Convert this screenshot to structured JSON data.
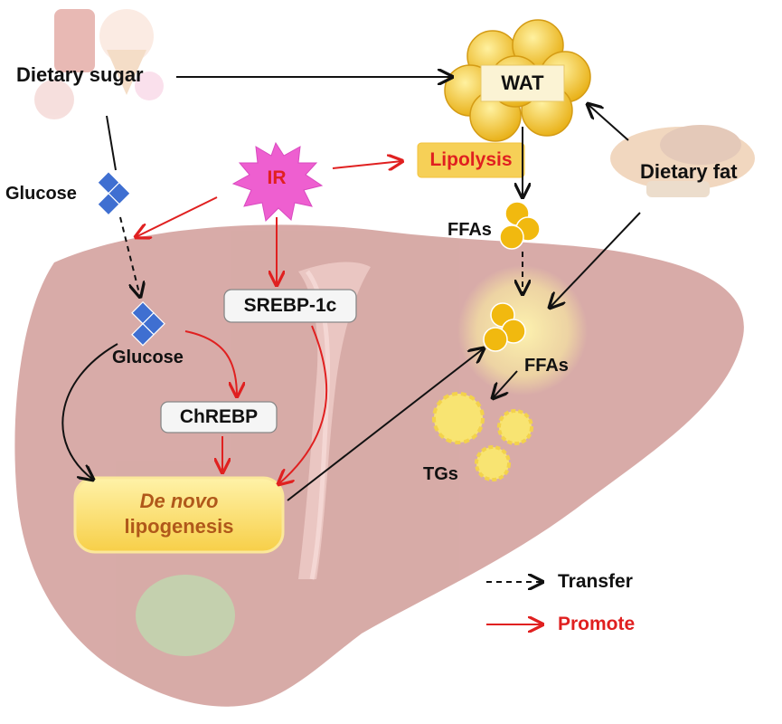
{
  "labels": {
    "dietary_sugar": "Dietary sugar",
    "wat": "WAT",
    "glucose_top": "Glucose",
    "ir": "IR",
    "lipolysis": "Lipolysis",
    "dietary_fat": "Dietary fat",
    "ffas_top": "FFAs",
    "srebp": "SREBP-1c",
    "glucose_liver": "Glucose",
    "ffas_liver": "FFAs",
    "chrebp": "ChREBP",
    "tgs": "TGs",
    "dnl_line1": "De novo",
    "dnl_line2": "lipogenesis"
  },
  "legend": {
    "transfer": "Transfer",
    "promote": "Promote"
  },
  "colors": {
    "promote_arrow": "#e02020",
    "transfer_arrow": "#111111",
    "liver": "#c98b86",
    "ir_burst": "#ee5fd0",
    "fat_cell": "#f2c12e",
    "glucose_diamond": "#3f6fd1",
    "dnl_text": "#b0581a"
  }
}
